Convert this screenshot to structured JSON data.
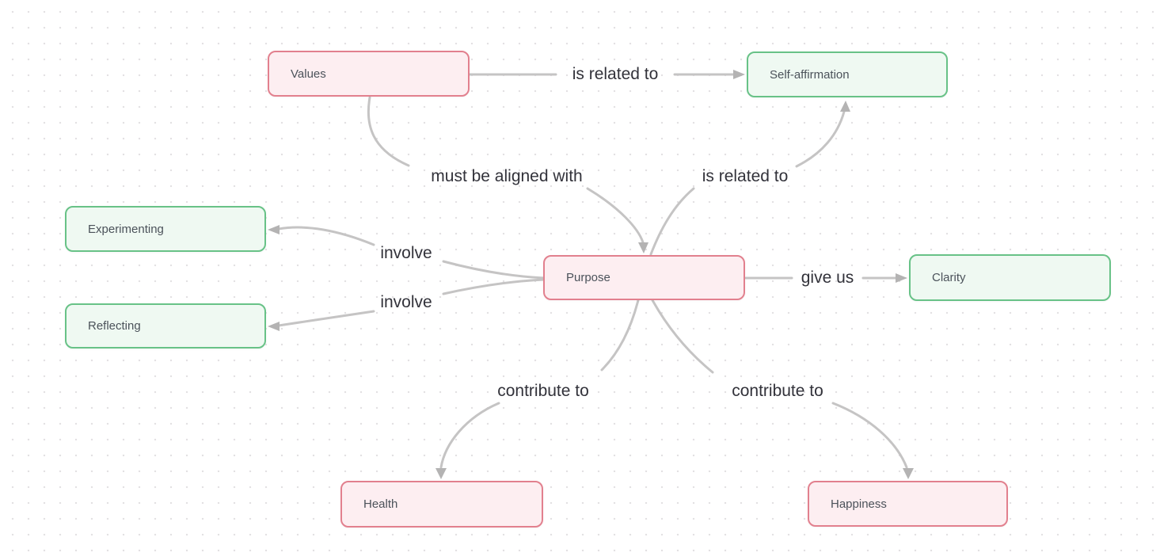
{
  "app": {
    "view": "concept-map-canvas"
  },
  "palette": {
    "background": "#ffffff",
    "grid_dot_color": "#e3e1e3",
    "edge_line_color": "#c5c4c4",
    "arrowhead_color": "#b4b3b3",
    "edge_label_color": "#32323a",
    "node_text_color": "#4b525a",
    "pink_node_fill": "#fdeef1",
    "pink_node_border": "#e2808e",
    "green_node_fill": "#eff9f2",
    "green_node_border": "#68c287"
  },
  "nodes": [
    {
      "id": "values",
      "label": "Values",
      "variant": "pink"
    },
    {
      "id": "self-affirmation",
      "label": "Self-affirmation",
      "variant": "green"
    },
    {
      "id": "experimenting",
      "label": "Experimenting",
      "variant": "green"
    },
    {
      "id": "reflecting",
      "label": "Reflecting",
      "variant": "green"
    },
    {
      "id": "purpose",
      "label": "Purpose",
      "variant": "pink"
    },
    {
      "id": "clarity",
      "label": "Clarity",
      "variant": "green"
    },
    {
      "id": "health",
      "label": "Health",
      "variant": "pink"
    },
    {
      "id": "happiness",
      "label": "Happiness",
      "variant": "pink"
    }
  ],
  "edges": [
    {
      "from": "values",
      "to": "self-affirmation",
      "label": "is related to"
    },
    {
      "from": "values",
      "to": "purpose",
      "label": "must be aligned with"
    },
    {
      "from": "purpose",
      "to": "self-affirmation",
      "label": "is related to"
    },
    {
      "from": "purpose",
      "to": "experimenting",
      "label": "involve"
    },
    {
      "from": "purpose",
      "to": "reflecting",
      "label": "involve"
    },
    {
      "from": "purpose",
      "to": "clarity",
      "label": "give us"
    },
    {
      "from": "purpose",
      "to": "health",
      "label": "contribute to"
    },
    {
      "from": "purpose",
      "to": "happiness",
      "label": "contribute to"
    }
  ]
}
